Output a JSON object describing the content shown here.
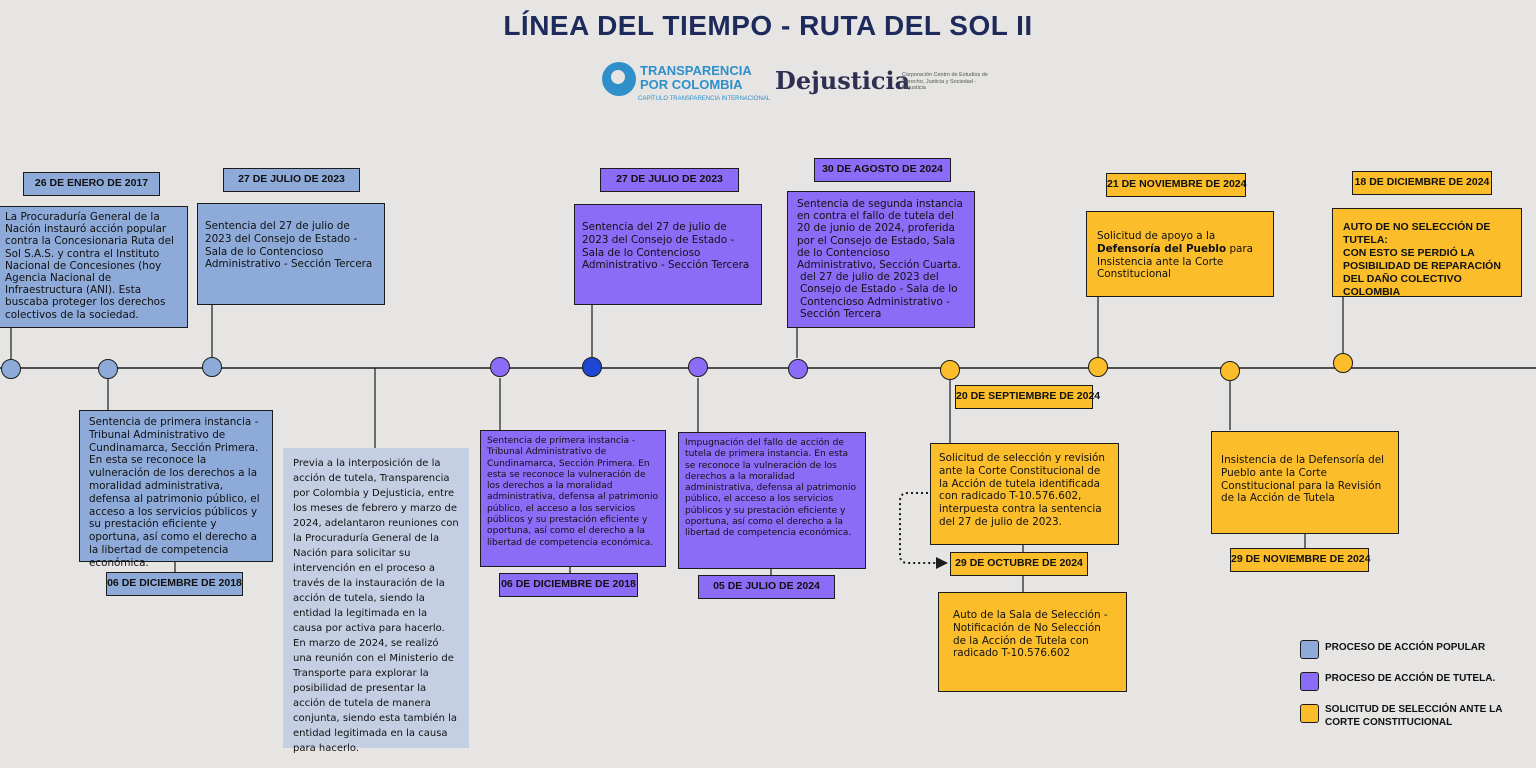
{
  "title": "LÍNEA DEL TIEMPO - RUTA DEL SOL II",
  "logos": {
    "tpc_name_line1": "TRANSPARENCIA",
    "tpc_name_line2": "POR COLOMBIA",
    "tpc_subtitle": "CAPÍTULO TRANSPARENCIA INTERNACIONAL",
    "dj_name": "Dejusticia",
    "dj_subtitle": "Corporación Centro de Estudios de Derecho, Justicia y Sociedad - Dejusticia"
  },
  "colors": {
    "popular": "#8daad9",
    "tutela": "#8b6cf6",
    "seleccion": "#fbbd2a",
    "background": "#e6e5e3",
    "title": "#1f2a5c"
  },
  "events": {
    "e1": {
      "date": "26 DE ENERO DE 2017",
      "text": "La Procuraduría General de la Nación instauró acción popular contra la Concesionaria Ruta del Sol S.A.S. y contra el Instituto Nacional de Concesiones (hoy Agencia Nacional de Infraestructura (ANI). Esta buscaba proteger los derechos colectivos de la sociedad."
    },
    "e2": {
      "date": "06 DE DICIEMBRE DE 2018",
      "text": "Sentencia de primera instancia - Tribunal Administrativo de Cundinamarca, Sección Primera. En esta se reconoce la vulneración de los derechos a la moralidad administrativa, defensa al patrimonio público, el acceso a los servicios públicos y su prestación eficiente y oportuna, así como el derecho a la libertad de competencia económica."
    },
    "e3": {
      "date": "27 DE JULIO DE 2023",
      "text": "Sentencia del 27 de julio de 2023 del Consejo de Estado - Sala de lo Contencioso Administrativo - Sección Tercera"
    },
    "e4": {
      "text": "Previa a la interposición de la acción de tutela, Transparencia por Colombia y Dejusticia, entre los meses de febrero y marzo de 2024, adelantaron reuniones con la Procuraduría General de la Nación para solicitar su intervención en el proceso a través de la instauración de la acción de tutela, siendo la entidad la legitimada en la causa por activa para hacerlo.",
      "text2": "En marzo de 2024, se realizó una reunión con el Ministerio de Transporte para explorar la posibilidad de presentar la acción de tutela de manera conjunta, siendo esta también la entidad legitimada en la causa para hacerlo."
    },
    "e5": {
      "date": "06 DE DICIEMBRE DE 2018",
      "text": "Sentencia de primera instancia - Tribunal Administrativo de Cundinamarca, Sección Primera. En esta se reconoce la vulneración de los derechos a la moralidad administrativa, defensa al patrimonio público, el acceso a los servicios públicos y su prestación eficiente y oportuna, así como el derecho a la libertad de competencia económica."
    },
    "e6": {
      "date": "27 DE JULIO DE 2023",
      "text": "Sentencia del 27 de julio de 2023 del Consejo de Estado - Sala de lo Contencioso Administrativo - Sección Tercera"
    },
    "e7": {
      "date": "05 DE JULIO DE 2024",
      "text": "Impugnación del fallo de acción de tutela de primera instancia. En esta se reconoce la vulneración de los derechos a la moralidad administrativa, defensa al patrimonio público, el acceso a los servicios públicos y su prestación eficiente y oportuna, así como el derecho a la libertad de competencia económica."
    },
    "e8": {
      "date": "30 DE AGOSTO DE 2024",
      "text": "Sentencia de segunda instancia en contra el fallo de tutela del 20 de junio de 2024, proferida por el Consejo de Estado, Sala de lo Contencioso Administrativo, Sección Cuarta.",
      "text2": "del 27 de julio de 2023 del Consejo de Estado - Sala de lo Contencioso Administrativo - Sección Tercera"
    },
    "e9": {
      "date": "20 DE SEPTIEMBRE DE 2024",
      "text": "Solicitud de selección y revisión ante la Corte Constitucional de la Acción de tutela identificada con radicado T-10.576.602, interpuesta contra la sentencia del 27 de julio de 2023."
    },
    "e10": {
      "date": "29 DE OCTUBRE DE 2024",
      "text": "Auto de la Sala de Selección - Notificación de No Selección de la Acción de Tutela con radicado T-10.576.602"
    },
    "e11": {
      "date": "21 DE NOVIEMBRE DE 2024",
      "text_pre": "Solicitud de apoyo a la ",
      "text_bold": "Defensoría del Pueblo",
      "text_post": " para Insistencia ante la Corte Constitucional"
    },
    "e12": {
      "date": "29 DE NOVIEMBRE DE 2024",
      "text": "Insistencia de la Defensoría del Pueblo ante la Corte Constitucional para la Revisión de la Acción de Tutela"
    },
    "e13": {
      "date": "18 DE DICIEMBRE DE 2024",
      "line1": "AUTO DE NO SELECCIÓN DE TUTELA:",
      "line2": "CON ESTO SE PERDIÓ LA POSIBILIDAD DE REPARACIÓN DEL DAÑO COLECTIVO COLOMBIA"
    }
  },
  "legend": [
    {
      "key": "popular",
      "label": "PROCESO DE ACCIÓN POPULAR"
    },
    {
      "key": "tutela",
      "label": "PROCESO DE ACCIÓN DE TUTELA."
    },
    {
      "key": "seleccion",
      "label": "SOLICITUD DE SELECCIÓN ANTE LA CORTE CONSTITUCIONAL"
    }
  ]
}
